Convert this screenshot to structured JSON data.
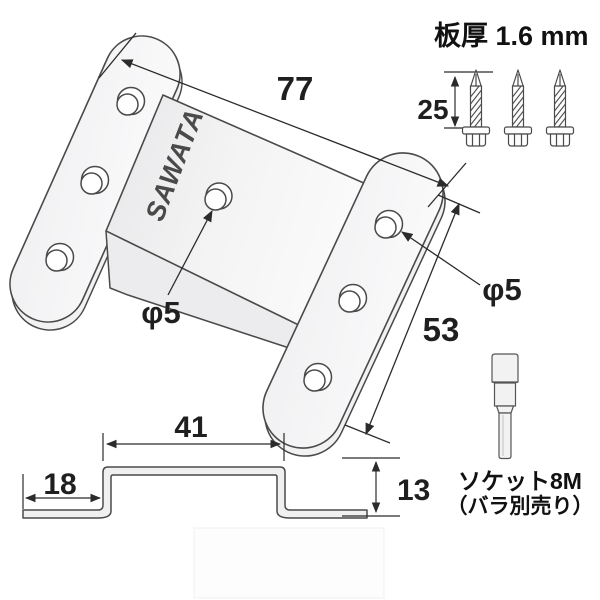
{
  "drawing": {
    "logo": "SAWATA",
    "plate_thickness_note": "板厚 1.6 mm",
    "dims": {
      "overall_width": "77",
      "flange_length": "53",
      "hole_dia_center": "φ5",
      "hole_dia_flange": "φ5",
      "screw_length": "25",
      "web_width": "41",
      "flange_width": "18",
      "profile_height": "13"
    },
    "socket": {
      "name": "ソケット8M",
      "note": "（バラ別売り）"
    },
    "colors": {
      "background": "#ffffff",
      "outline": "#4a4a4a",
      "dimension": "#2b2b2b",
      "metal_fill_light": "#f6f6f7",
      "metal_fill_dark": "#e7e7e9"
    }
  }
}
